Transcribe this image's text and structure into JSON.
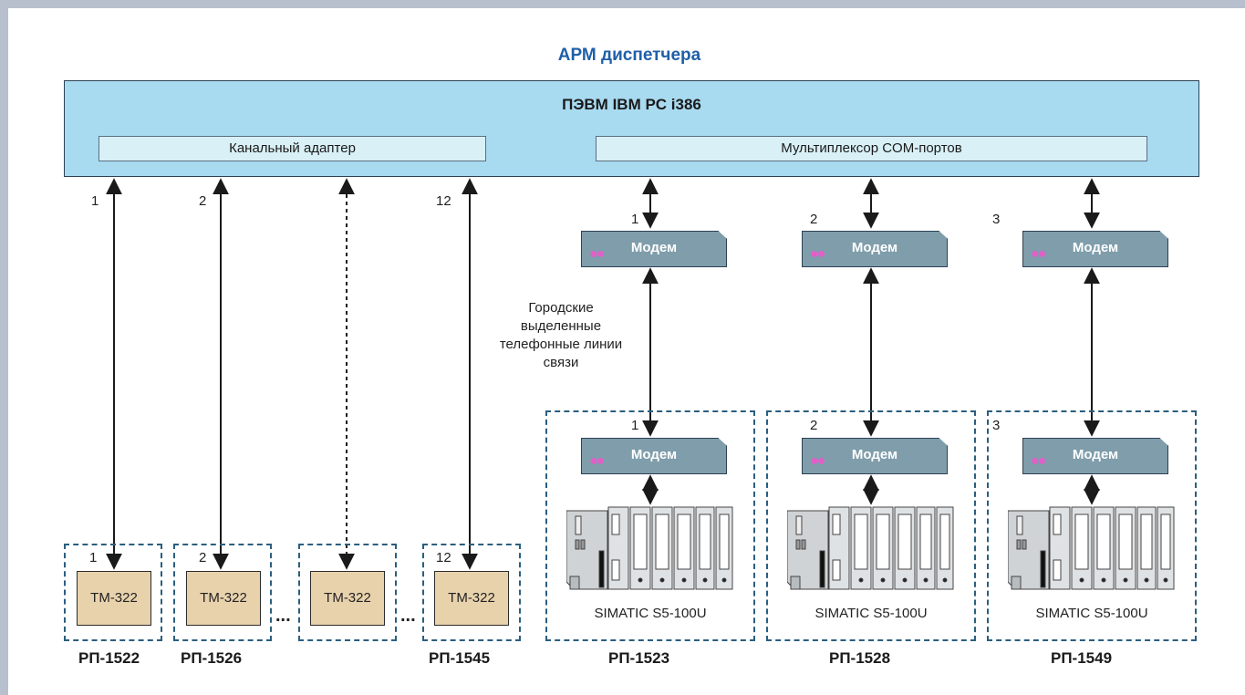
{
  "title": "АРМ диспетчера",
  "pc": {
    "name": "ПЭВМ IBM PC i386",
    "channel_adapter": "Канальный адаптер",
    "com_multiplexer": "Мультиплексор COM-портов"
  },
  "lines_note": {
    "l1": "Городские",
    "l2": "выделенные",
    "l3": "телефонные линии",
    "l4": "связи"
  },
  "channel_numbers": {
    "c1": "1",
    "c2": "2",
    "c12": "12"
  },
  "tm_label": "ТМ-322",
  "ellipsis": "...",
  "modem_label": "Модем",
  "plc_label": "SIMATIC S5-100U",
  "modem_numbers": {
    "m1": "1",
    "m2": "2",
    "m3": "3"
  },
  "rp_left": {
    "a": "РП-1522",
    "b": "РП-1526",
    "d": "РП-1545"
  },
  "rp_right": {
    "a": "РП-1523",
    "b": "РП-1528",
    "c": "РП-1549"
  },
  "colors": {
    "title": "#1f5fa8",
    "pc_fill": "#a8daf0",
    "modem_fill": "#7f9dab",
    "tm_fill": "#e8d2ac",
    "dashed_border": "#2a5e80"
  }
}
